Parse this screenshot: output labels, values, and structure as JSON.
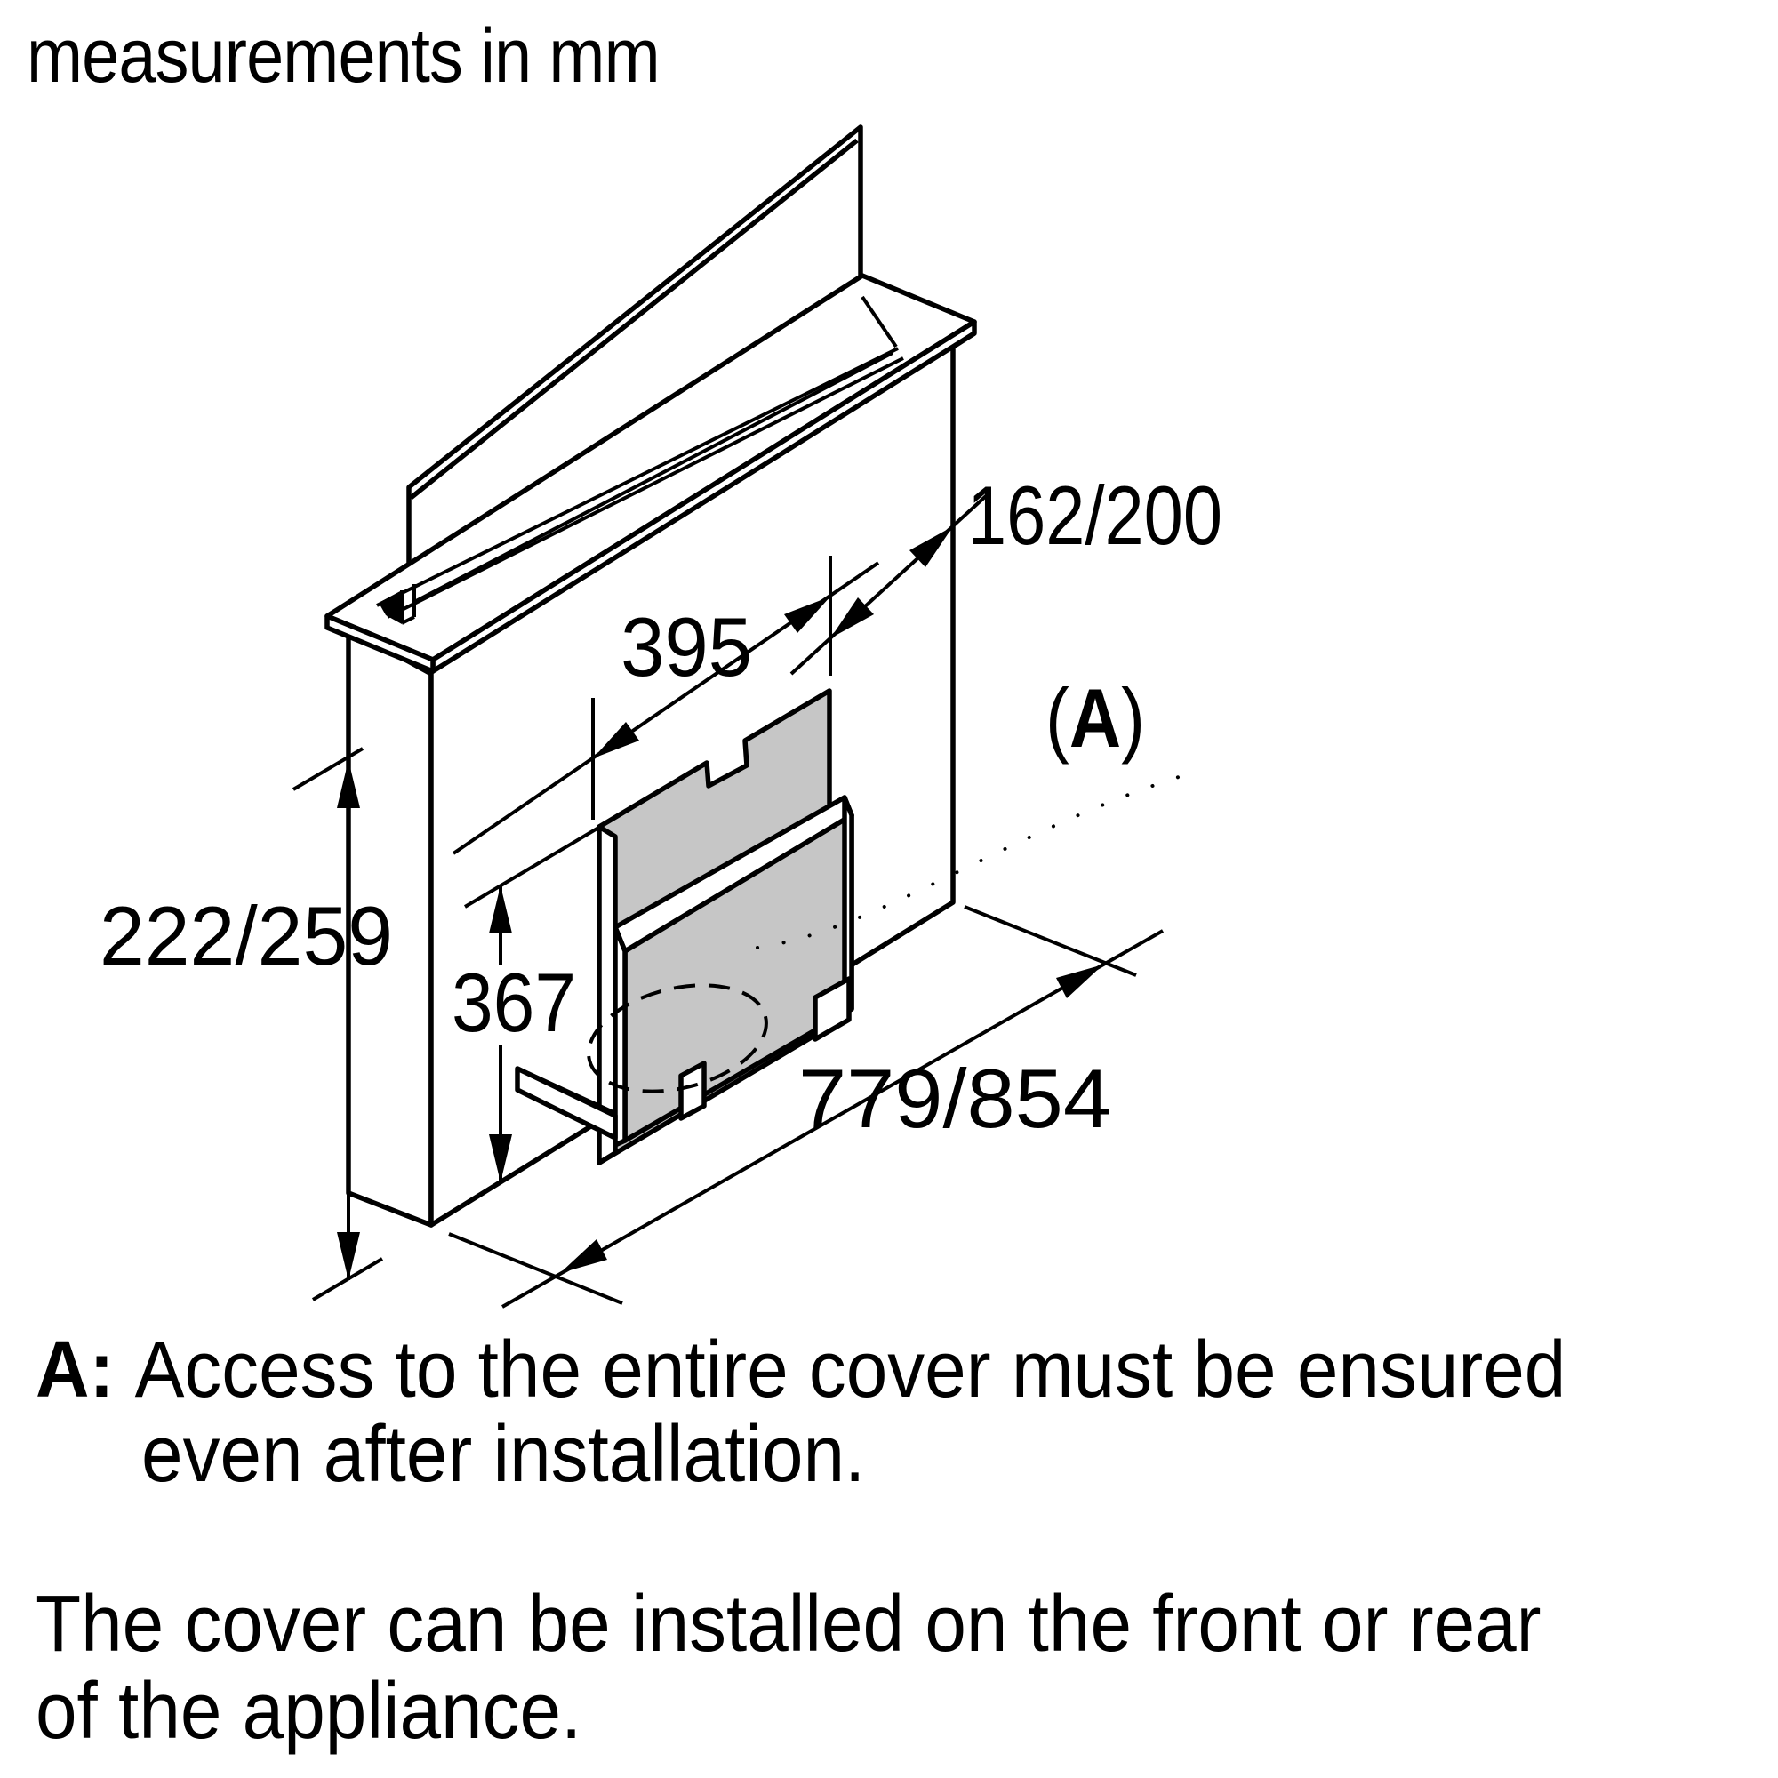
{
  "title": "measurements in mm",
  "colors": {
    "cover_gray": "#c6c6c6",
    "line": "#000000",
    "background": "#ffffff"
  },
  "labels": {
    "top_depth": "162/200",
    "slot_width": "395",
    "underside_height": "222/259",
    "cover_height": "367",
    "body_width": "779/854",
    "access_open": "(",
    "access_letter": "A",
    "access_close": ")"
  },
  "notes": {
    "note_a_prefix": "A:",
    "note_a_line1": "Access to the entire cover must be ensured",
    "note_a_line2": "even after installation.",
    "note_b_line1": "The cover can be installed on the front or rear",
    "note_b_line2": "of the appliance."
  }
}
